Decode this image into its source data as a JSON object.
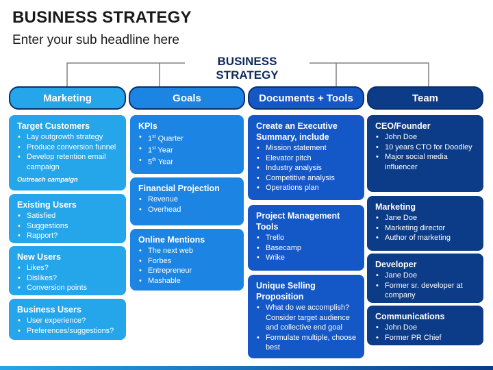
{
  "title": "BUSINESS STRATEGY",
  "subtitle": "Enter your sub headline here",
  "center_label": "BUSINESS STRATEGY",
  "columns": [
    {
      "header": "Marketing",
      "cards": [
        {
          "title": "Target Customers",
          "items": [
            "Lay outgrowth strategy",
            "Produce conversion funnel",
            "Develop retention email campaign"
          ],
          "note": "Outreach campaign"
        },
        {
          "title": "Existing Users",
          "items": [
            "Satisfied",
            "Suggestions",
            "Rapport?"
          ]
        },
        {
          "title": "New Users",
          "items": [
            "Likes?",
            "Dislikes?",
            "Conversion points"
          ]
        },
        {
          "title": "Business Users",
          "items": [
            "User experience?",
            "Preferences/suggestions?"
          ]
        }
      ]
    },
    {
      "header": "Goals",
      "cards": [
        {
          "title": "KPIs",
          "items": [
            {
              "num": "1",
              "sup": "st",
              "rest": " Quarter"
            },
            {
              "num": "1",
              "sup": "st",
              "rest": " Year"
            },
            {
              "num": "5",
              "sup": "th",
              "rest": " Year"
            }
          ]
        },
        {
          "title": "Financial Projection",
          "items": [
            "Revenue",
            "Overhead"
          ]
        },
        {
          "title": "Online Mentions",
          "items": [
            "The next web",
            "Forbes",
            "Entrepreneur",
            "Mashable"
          ]
        }
      ]
    },
    {
      "header": "Documents + Tools",
      "cards": [
        {
          "title": "Create an Executive Summary, include",
          "items": [
            "Mission statement",
            "Elevator pitch",
            "Industry analysis",
            "Competitive analysis",
            "Operations plan"
          ]
        },
        {
          "title": "Project Management Tools",
          "items": [
            "Trello",
            "Basecamp",
            "Wrike"
          ]
        },
        {
          "title": "Unique Selling Proposition",
          "items": [
            "What do we accomplish? Consider target audience and collective end goal",
            "Formulate multiple, choose best"
          ]
        }
      ]
    },
    {
      "header": "Team",
      "cards": [
        {
          "title": "CEO/Founder",
          "items": [
            "John Doe",
            "10 years CTO for Doodley",
            "Major social media influencer"
          ]
        },
        {
          "title": "Marketing",
          "items": [
            "Jane Doe",
            "Marketing director",
            "Author of marketing"
          ]
        },
        {
          "title": "Developer",
          "items": [
            "Jane Doe",
            "Former sr. developer at company"
          ]
        },
        {
          "title": "Communications",
          "items": [
            "John Doe",
            "Former PR Chief"
          ]
        }
      ]
    }
  ],
  "colors": {
    "marketing": "#26a6ea",
    "goals": "#1c84e3",
    "documents_tools": "#1458c7",
    "team": "#0c3b87",
    "connector": "#808080",
    "pill_border": "#0b2f6b"
  }
}
